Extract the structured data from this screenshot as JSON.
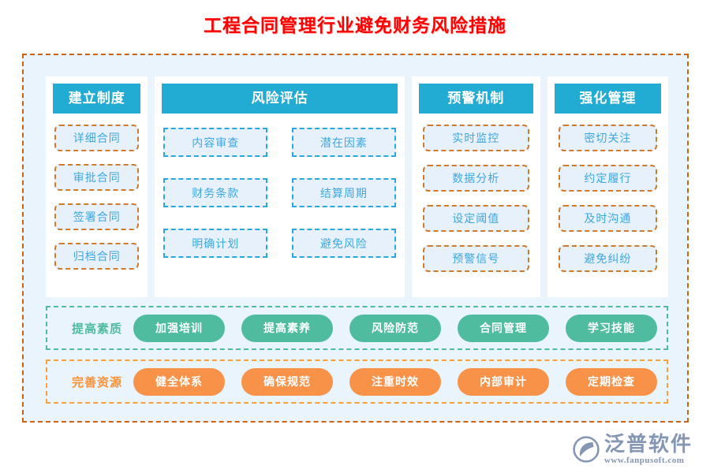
{
  "title": "工程合同管理行业避免财务风险措施",
  "colors": {
    "title": "#FF0000",
    "header_bar": "#22ABD3",
    "chip_fill": "#E6F1FB",
    "chip_text": "#3DA8DF",
    "chip_border_orange": "#CE7B2E",
    "chip_border_blue": "#2CA6DE",
    "frame_border": "#C86414",
    "frame_fill": "#EAF4FC",
    "green": "#4FBCA0",
    "orange": "#F79248",
    "logo": "#8496B4"
  },
  "columns": [
    {
      "header": "建立制度",
      "style": "orange-rounded",
      "items": [
        "详细合同",
        "审批合同",
        "签署合同",
        "归档合同"
      ]
    },
    {
      "header": "风险评估",
      "style": "blue-square",
      "items": [
        "内容审查",
        "潜在因素",
        "财务条款",
        "结算周期",
        "明确计划",
        "避免风险"
      ]
    },
    {
      "header": "预警机制",
      "style": "orange-rounded",
      "items": [
        "实时监控",
        "数据分析",
        "设定阈值",
        "预警信号"
      ]
    },
    {
      "header": "强化管理",
      "style": "orange-rounded",
      "items": [
        "密切关注",
        "约定履行",
        "及时沟通",
        "避免纠纷"
      ]
    }
  ],
  "banners": [
    {
      "label": "提高素质",
      "theme": "green",
      "pills": [
        "加强培训",
        "提高素养",
        "风险防范",
        "合同管理",
        "学习技能"
      ]
    },
    {
      "label": "完善资源",
      "theme": "orange",
      "pills": [
        "健全体系",
        "确保规范",
        "注重时效",
        "内部审计",
        "定期检查"
      ]
    }
  ],
  "watermark": {
    "text": "泛普软件"
  },
  "logo": {
    "name": "泛普软件",
    "url": "www.fanpusoft.com"
  }
}
